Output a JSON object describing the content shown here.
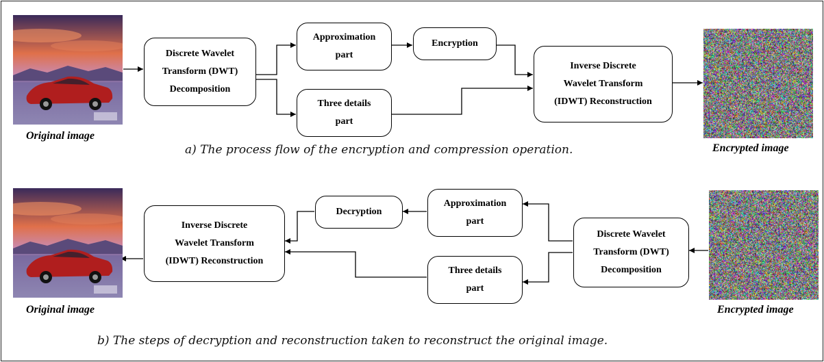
{
  "top": {
    "original_caption": "Original image",
    "encrypted_caption": "Encrypted image",
    "dwt": [
      "Discrete Wavelet",
      "Transform (DWT)",
      "Decomposition"
    ],
    "approx": [
      "Approximation",
      "part"
    ],
    "encryption": "Encryption",
    "details": [
      "Three details",
      "part"
    ],
    "idwt": [
      "Inverse Discrete",
      "Wavelet Transform",
      "(IDWT) Reconstruction"
    ],
    "subtitle": "a) The process flow of the encryption and compression operation."
  },
  "bottom": {
    "original_caption": "Original image",
    "encrypted_caption": "Encrypted image",
    "idwt": [
      "Inverse Discrete",
      "Wavelet Transform",
      "(IDWT) Reconstruction"
    ],
    "decryption": "Decryption",
    "approx": [
      "Approximation",
      "part"
    ],
    "details": [
      "Three details",
      "part"
    ],
    "dwt": [
      "Discrete Wavelet",
      "Transform (DWT)",
      "Decomposition"
    ],
    "subtitle": "b) The steps of decryption and reconstruction taken to reconstruct the original image."
  },
  "colors": {
    "line": "#000000",
    "sky_top": "#3a2a5a",
    "sky_glow": "#e0704a",
    "car": "#b01e1e",
    "ground": "#8e86b2"
  }
}
